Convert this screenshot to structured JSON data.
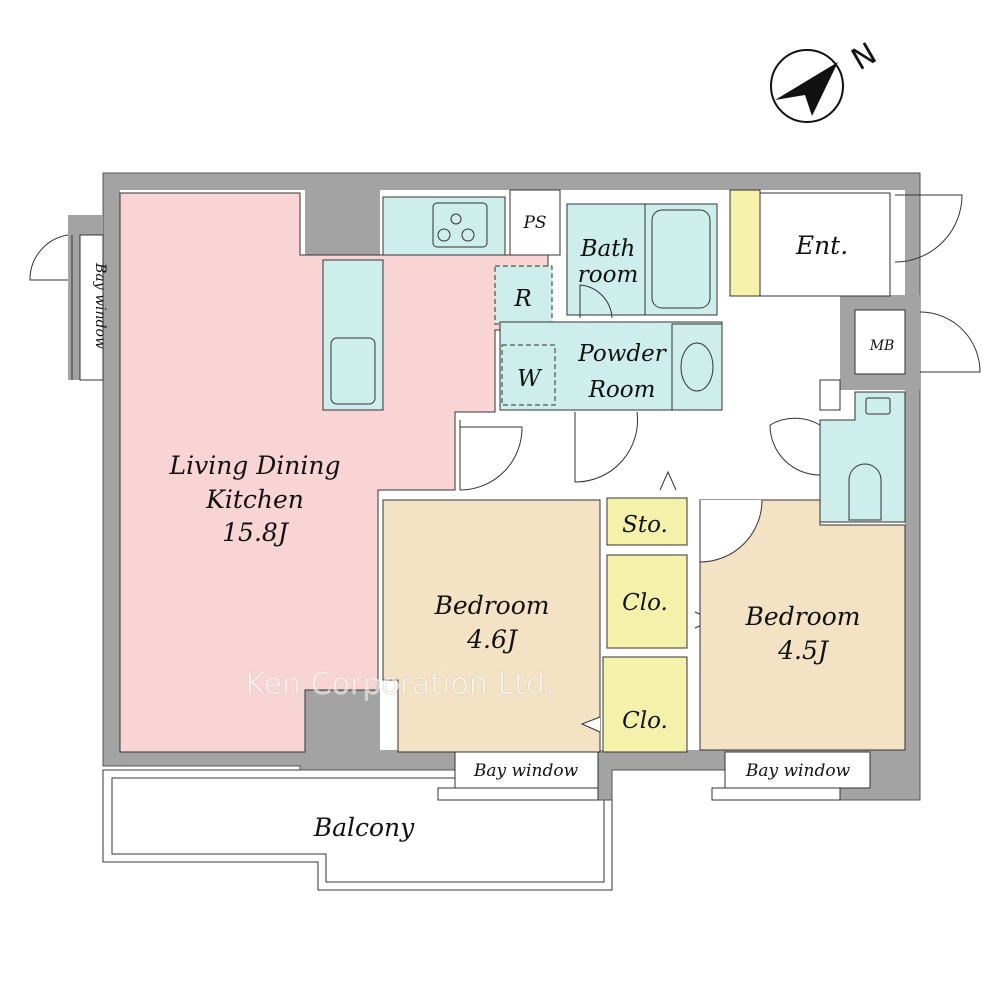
{
  "colors": {
    "wall": "#a3a3a3",
    "ldk": "#f8d4d4",
    "wet": "#cdeeea",
    "bedroom": "#f3e2c4",
    "storage": "#f4f1ab",
    "line": "#333333"
  },
  "compass": {
    "label": "N",
    "icon": "north-arrow-icon"
  },
  "rooms": {
    "ldk": {
      "name_line1": "Living Dining",
      "name_line2": "Kitchen",
      "size": "15.8J"
    },
    "ps": {
      "name": "PS"
    },
    "refrigerator": {
      "name": "R"
    },
    "washer": {
      "name": "W"
    },
    "bathroom": {
      "name_line1": "Bath",
      "name_line2": "room"
    },
    "powder_room": {
      "name_line1": "Powder",
      "name_line2": "Room"
    },
    "entrance": {
      "name": "Ent."
    },
    "mb": {
      "name": "MB"
    },
    "storage": {
      "name": "Sto."
    },
    "closet1": {
      "name": "Clo."
    },
    "closet2": {
      "name": "Clo."
    },
    "bedroom1": {
      "name": "Bedroom",
      "size": "4.6J"
    },
    "bedroom2": {
      "name": "Bedroom",
      "size": "4.5J"
    },
    "bay_window_left": {
      "name": "Bay window"
    },
    "bay_window_1": {
      "name": "Bay window"
    },
    "bay_window_2": {
      "name": "Bay window"
    },
    "balcony": {
      "name": "Balcony"
    }
  },
  "watermark": "Ken Corporation Ltd."
}
